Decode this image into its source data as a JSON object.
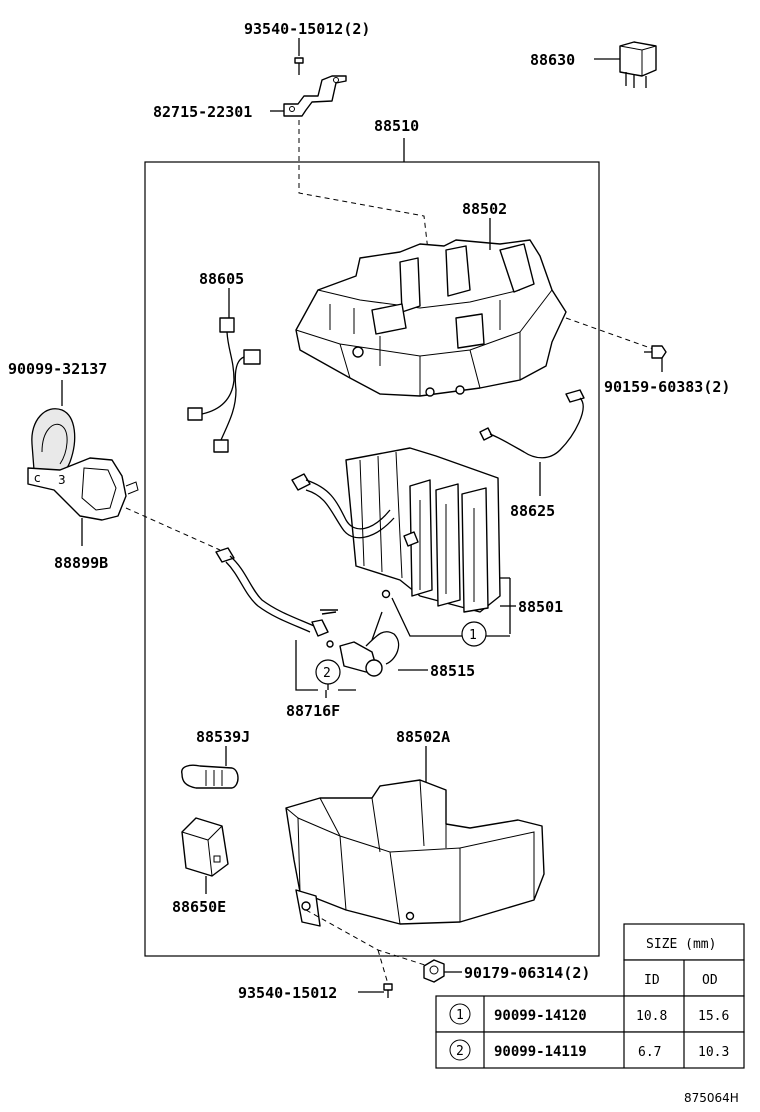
{
  "labels": {
    "p93540_15012_2": "93540-15012(2)",
    "p88630": "88630",
    "p82715_22301": "82715-22301",
    "p88510": "88510",
    "p88502": "88502",
    "p88605": "88605",
    "p90099_32137": "90099-32137",
    "p90159_60383_2": "90159-60383(2)",
    "p88625": "88625",
    "p88899B": "88899B",
    "p88501": "88501",
    "p88515": "88515",
    "p88716F": "88716F",
    "p88539J": "88539J",
    "p88502A": "88502A",
    "p88650E": "88650E",
    "p90179_06314_2": "90179-06314(2)",
    "p93540_15012": "93540-15012",
    "callout1": "1",
    "callout2": "2"
  },
  "size_table": {
    "header": "SIZE (mm)",
    "col_id": "ID",
    "col_od": "OD",
    "rows": [
      {
        "symbol": "1",
        "part": "90099-14120",
        "id": "10.8",
        "od": "15.6"
      },
      {
        "symbol": "2",
        "part": "90099-14119",
        "id": "6.7",
        "od": "10.3"
      }
    ]
  },
  "drawing_code": "875064H"
}
